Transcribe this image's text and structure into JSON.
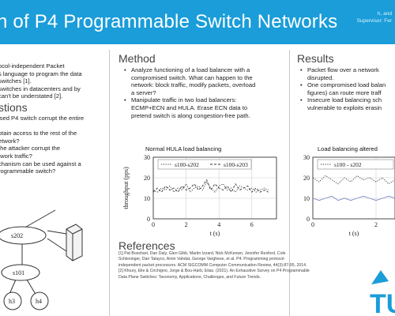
{
  "header": {
    "title": "n of P4 Programmable Switch Networks",
    "authors_line1": "h, and",
    "authors_line2": "Supervisor: Fer"
  },
  "left": {
    "intro_lines": [
      "ocol-independent Packet",
      "s language to program the data",
      "switches [1].",
      "switches in datacenters and by",
      "can't be understated [2]."
    ],
    "questions_heading": "stions",
    "question_lines": [
      "ised P4 switch corrupt the entire",
      "",
      "btain access to the rest of the",
      "etwork?",
      "the attacker corrupt the",
      "twork traffic?",
      "chanism can be used against a",
      "rogrammable switch?"
    ],
    "nodes": {
      "s202": "s202",
      "s101": "s101",
      "h3": "h3",
      "h4": "h4"
    }
  },
  "method": {
    "heading": "Method",
    "bullets": [
      [
        "Analyze functioning of a load balancer with a",
        "compromised switch. What can happen to the",
        "network: block traffic, modify packets, overload",
        "a server?"
      ],
      [
        "Manipulate traffic in two load balancers:",
        "ECMP+ECN and HULA. Erase ECN data to",
        "pretend switch is along congestion-free path."
      ]
    ]
  },
  "results": {
    "heading": "Results",
    "bullets": [
      [
        "Packet flow over a network",
        "disrupted."
      ],
      [
        "One compromised load balan",
        "figures) can route more traff"
      ],
      [
        "Insecure load balancing sch",
        "vulnerable to exploits erasin"
      ]
    ]
  },
  "references": {
    "heading": "References",
    "lines": [
      "[1] Pat Bosshart, Dan Daly, Glen Gibb, Martin Izzard, Nick McKeown, Jennifer Rexford, Cole",
      "Schlesinger, Dan Talayco, Amin Vahdat, George Varghese, et al. P4: Programming protocol-",
      "independent packet processors. ACM SIGCOMM Computer Communication Review, 44(3):87-95, 2014.",
      "[2] Kfoury, Elie & Crichigno, Jorge & Bou-Harb, Elias. (2021). An Exhaustive Survey on P4 Programmable",
      "Data Plane Switches: Taxonomy, Applications, Challenges, and Future Trends."
    ]
  },
  "logo": {
    "text": "TU"
  },
  "chart_data": [
    {
      "type": "line",
      "title": "Normal HULA load balancing",
      "xlabel": "t (s)",
      "ylabel": "throughput (pps)",
      "xlim": [
        0,
        7.5
      ],
      "ylim": [
        0,
        30
      ],
      "xticks": [
        "0",
        "2",
        "4",
        "6"
      ],
      "yticks": [
        "0",
        "10",
        "20",
        "30"
      ],
      "legend_placement": "top",
      "series": [
        {
          "name": "s100-s202",
          "style": "dotted",
          "color": "#333333",
          "x": [
            0,
            0.25,
            0.5,
            0.75,
            1,
            1.25,
            1.5,
            1.75,
            2,
            2.25,
            2.5,
            2.75,
            3,
            3.25,
            3.5,
            3.75,
            4,
            4.25,
            4.5,
            4.75,
            5,
            5.25,
            5.5,
            5.75,
            6,
            6.25,
            6.5,
            6.75,
            7
          ],
          "values": [
            14,
            13,
            15,
            14,
            16,
            13,
            15,
            14,
            17,
            13,
            15,
            16,
            14,
            18,
            15,
            13,
            16,
            17,
            14,
            15,
            13,
            16,
            15,
            14,
            15,
            13,
            14,
            15,
            14
          ]
        },
        {
          "name": "s100-s203",
          "style": "dashed",
          "color": "#333333",
          "x": [
            0,
            0.25,
            0.5,
            0.75,
            1,
            1.25,
            1.5,
            1.75,
            2,
            2.25,
            2.5,
            2.75,
            3,
            3.25,
            3.5,
            3.75,
            4,
            4.25,
            4.5,
            4.75,
            5,
            5.25,
            5.5,
            5.75,
            6,
            6.25,
            6.5,
            6.75,
            7
          ],
          "values": [
            13,
            15,
            13,
            16,
            14,
            15,
            13,
            16,
            14,
            15,
            17,
            14,
            16,
            19,
            14,
            17,
            15,
            14,
            16,
            13,
            17,
            14,
            15,
            16,
            13,
            15,
            13,
            14,
            13
          ]
        }
      ]
    },
    {
      "type": "line",
      "title": "Load balancing altered",
      "xlabel": "t (s)",
      "ylabel": "",
      "xlim": [
        0,
        2.6
      ],
      "ylim": [
        0,
        30
      ],
      "xticks": [
        "0",
        "2"
      ],
      "yticks": [
        "0",
        "10",
        "20",
        "30"
      ],
      "legend_placement": "top",
      "series": [
        {
          "name": "s100 - s202",
          "style": "dotted",
          "color": "#333333",
          "x": [
            0,
            0.2,
            0.4,
            0.6,
            0.8,
            1,
            1.2,
            1.4,
            1.6,
            1.8,
            2,
            2.2,
            2.4,
            2.6
          ],
          "values": [
            20,
            18,
            21,
            19,
            17,
            20,
            18,
            21,
            19,
            20,
            18,
            20,
            17,
            19
          ]
        },
        {
          "name": "",
          "style": "solid",
          "color": "#7e8cc4",
          "x": [
            0,
            0.2,
            0.4,
            0.6,
            0.8,
            1,
            1.2,
            1.4,
            1.6,
            1.8,
            2,
            2.2,
            2.4,
            2.6
          ],
          "values": [
            10,
            9,
            10,
            11,
            9,
            10,
            9,
            10,
            11,
            10,
            9,
            10,
            11,
            10
          ]
        }
      ]
    }
  ]
}
